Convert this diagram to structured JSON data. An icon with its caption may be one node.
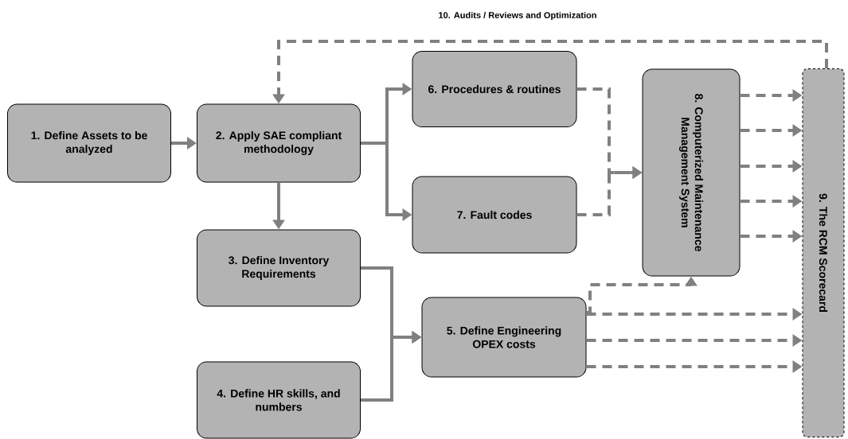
{
  "diagram": {
    "nodes": [
      {
        "text": [
          "1. Define Assets to be analyzed"
        ]
      },
      {
        "text": [
          "2. Apply SAE compliant methodology"
        ]
      },
      {
        "text": [
          "3. Define Inventory Requirements"
        ]
      },
      {
        "text": [
          "4. Define HR skills, and numbers"
        ]
      },
      {
        "text": [
          "5. Define Engineering OPEX costs"
        ]
      },
      {
        "text": [
          "6. Procedures & routines"
        ]
      },
      {
        "text": [
          "7. Fault codes"
        ]
      },
      {
        "text": [
          "8. Computerized Maintenance Management System"
        ]
      },
      {
        "text": [
          "9. The RCM Scorecard"
        ]
      }
    ],
    "edges": [
      {
        "from": 0,
        "to": 1,
        "arrow": "to"
      },
      {
        "from": 1,
        "to": 5,
        "arrow": "to"
      },
      {
        "from": 1,
        "to": 6,
        "arrow": "to"
      },
      {
        "from": 1,
        "to": 2,
        "arrow": "to"
      },
      {
        "from": 2,
        "to": 4,
        "arrow": "to"
      },
      {
        "from": 3,
        "to": 4,
        "arrow": "to"
      },
      {
        "from": 5,
        "to": 7,
        "arrow": "to",
        "style": "dashed"
      },
      {
        "from": 6,
        "to": 7,
        "arrow": "to",
        "style": "dashed"
      },
      {
        "from": 4,
        "to": 7,
        "arrow": "to",
        "style": "dashed"
      },
      {
        "from": 7,
        "to": 8,
        "arrow": "to",
        "style": "dashed"
      },
      {
        "from": 7,
        "to": 8,
        "arrow": "to",
        "style": "dashed"
      },
      {
        "from": 7,
        "to": 8,
        "arrow": "to",
        "style": "dashed"
      },
      {
        "from": 7,
        "to": 8,
        "arrow": "to",
        "style": "dashed"
      },
      {
        "from": 7,
        "to": 8,
        "arrow": "to",
        "style": "dashed"
      },
      {
        "from": 4,
        "to": 8,
        "arrow": "to",
        "style": "dashed"
      },
      {
        "from": 4,
        "to": 8,
        "arrow": "to",
        "style": "dashed"
      },
      {
        "from": 4,
        "to": 8,
        "arrow": "to",
        "style": "dashed"
      },
      {
        "from": 8,
        "to": 1,
        "arrow": "to",
        "style": "dashed",
        "label": "10. Audits / Reviews and Optimization"
      }
    ]
  }
}
